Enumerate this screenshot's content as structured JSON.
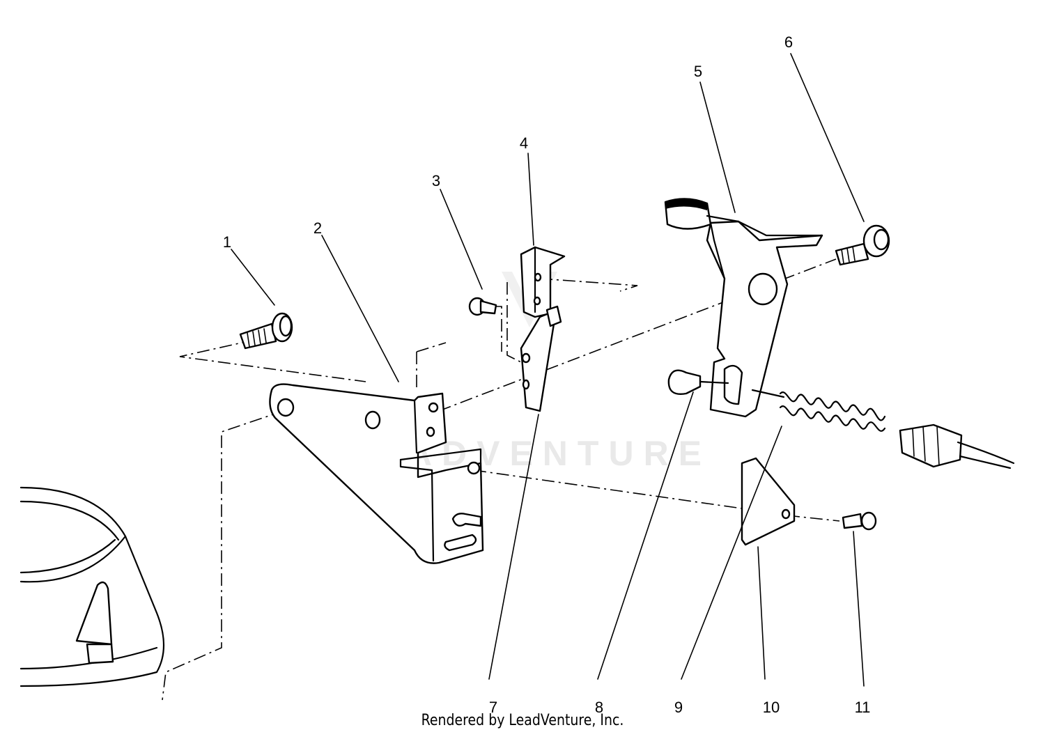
{
  "diagram": {
    "callouts": [
      {
        "number": "1"
      },
      {
        "number": "2"
      },
      {
        "number": "3"
      },
      {
        "number": "4"
      },
      {
        "number": "5"
      },
      {
        "number": "6"
      },
      {
        "number": "7"
      },
      {
        "number": "8"
      },
      {
        "number": "9"
      },
      {
        "number": "10"
      },
      {
        "number": "11"
      }
    ],
    "watermark_text": "LEADVENTURE"
  },
  "footer": {
    "credit": "Rendered by LeadVenture, Inc."
  }
}
